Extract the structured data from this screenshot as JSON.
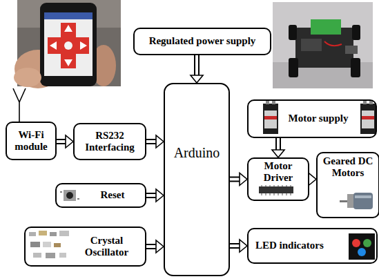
{
  "diagram": {
    "nodes": [
      {
        "text": [
          "Regulated power supply"
        ]
      },
      {
        "text": [
          "Wi-Fi module"
        ]
      },
      {
        "text": [
          "RS232 Interfacing"
        ]
      },
      {
        "text": [
          "Arduino"
        ]
      },
      {
        "text": [
          "Motor supply"
        ]
      },
      {
        "text": [
          "Motor Driver"
        ]
      },
      {
        "text": [
          "Geared DC Motors"
        ]
      },
      {
        "text": [
          "Reset"
        ]
      },
      {
        "text": [
          "Crystal Oscillator"
        ]
      },
      {
        "text": [
          "LED indicators"
        ]
      }
    ],
    "edges": [
      {
        "from": 0,
        "to": 3,
        "arrow": "to"
      },
      {
        "from": 1,
        "to": 2,
        "arrow": "to"
      },
      {
        "from": 2,
        "to": 3,
        "arrow": "to"
      },
      {
        "from": 7,
        "to": 3,
        "arrow": "to"
      },
      {
        "from": 8,
        "to": 3,
        "arrow": "to"
      },
      {
        "from": 3,
        "to": 5,
        "arrow": "to"
      },
      {
        "from": 4,
        "to": 5,
        "arrow": "to"
      },
      {
        "from": 5,
        "to": 6,
        "arrow": "to"
      },
      {
        "from": 3,
        "to": 9,
        "arrow": "to"
      }
    ]
  }
}
